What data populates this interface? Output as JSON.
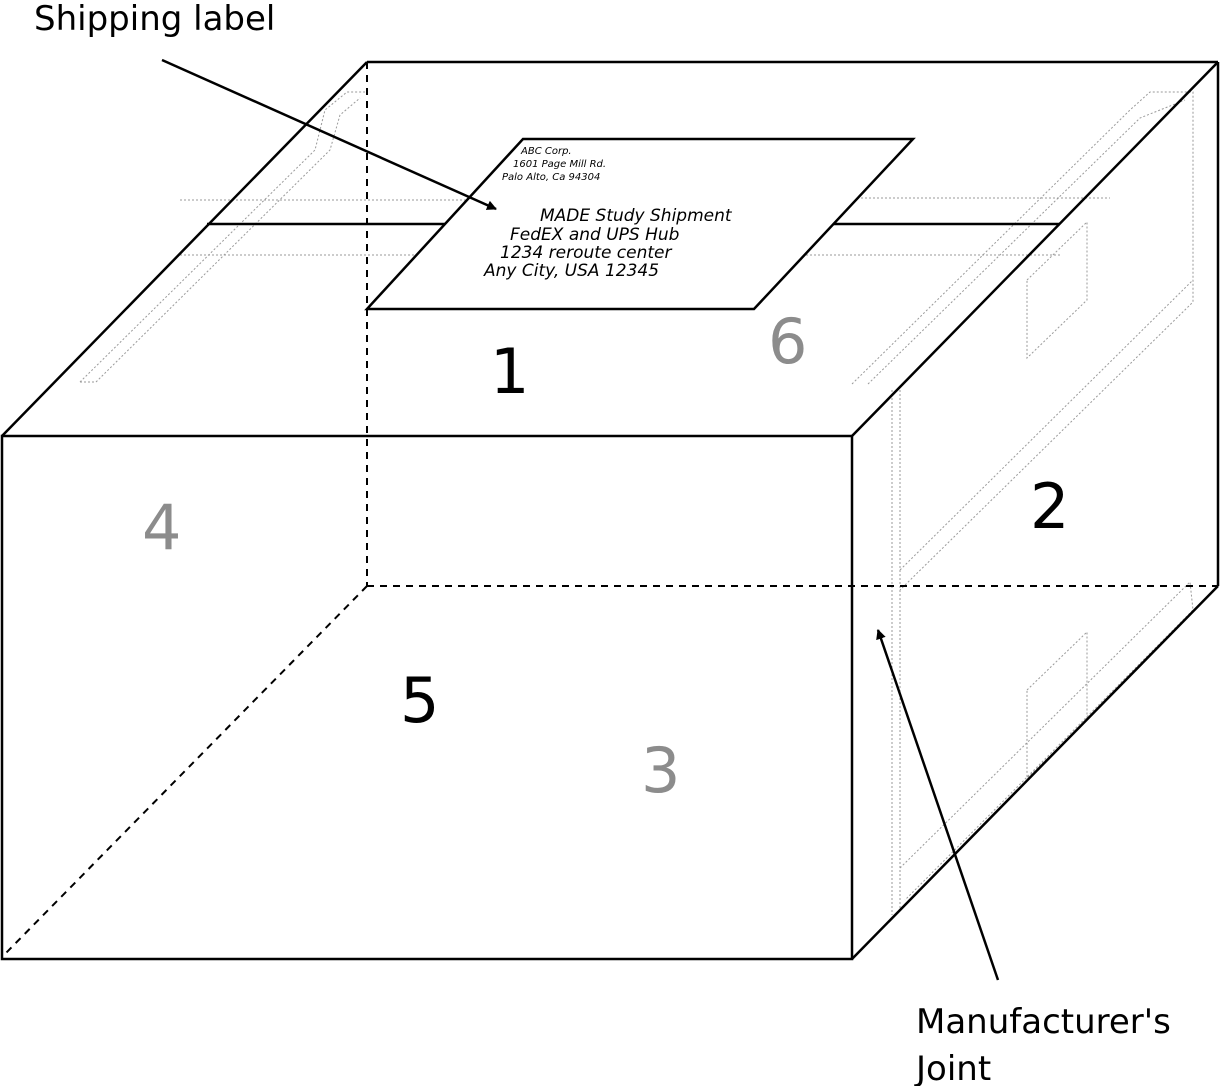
{
  "callouts": {
    "shipping_label": "Shipping label",
    "joint_line1": "Manufacturer's",
    "joint_line2": "Joint"
  },
  "label": {
    "sender": [
      "ABC Corp.",
      "1601 Page Mill Rd.",
      "Palo Alto, Ca 94304"
    ],
    "recipient": [
      "MADE Study Shipment",
      "FedEX and UPS Hub",
      "1234 reroute center",
      "Any City, USA 12345"
    ]
  },
  "faces": {
    "f1": "1",
    "f2": "2",
    "f3": "3",
    "f4": "4",
    "f5": "5",
    "f6": "6"
  },
  "colors": {
    "visible_face_number": "#000000",
    "hidden_face_number": "#8c8c8c",
    "line": "#000000",
    "faint_line": "#9a9a9a"
  }
}
